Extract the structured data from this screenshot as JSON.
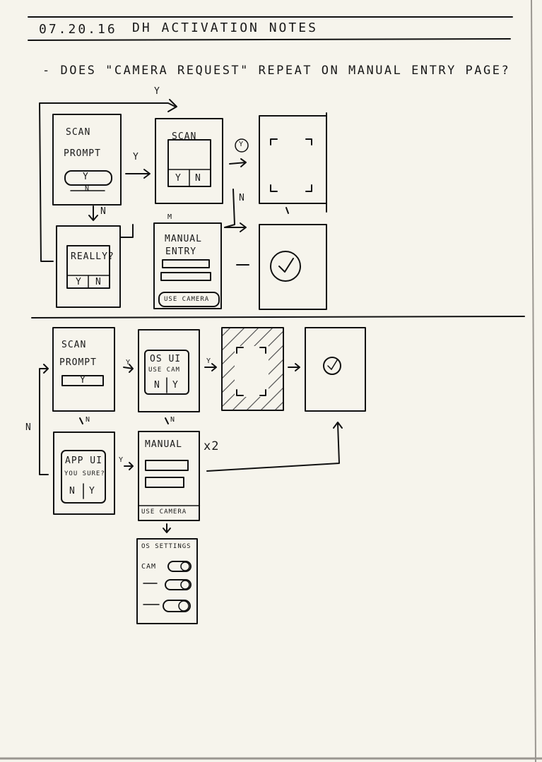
{
  "header": {
    "date": "07.20.16",
    "title": "DH ACTIVATION NOTES"
  },
  "note": {
    "question": "- DOES \"CAMERA REQUEST\" REPEAT ON MANUAL ENTRY PAGE?"
  },
  "flow1": {
    "scan_prompt": {
      "line1": "SCAN",
      "line2": "PROMPT",
      "btn": "Y",
      "under": "N"
    },
    "scan_modal": {
      "title": "SCAN",
      "yes": "Y",
      "no": "N"
    },
    "really": {
      "title": "REALLY?",
      "yes": "Y",
      "no": "N"
    },
    "manual": {
      "line1": "MANUAL",
      "line2": "ENTRY",
      "camera_btn": "USE CAMERA"
    },
    "arrow_labels": {
      "loop_y": "Y",
      "right_y": "Y",
      "down_n": "N",
      "cam_y": "Y",
      "cam_n": "N",
      "manual_m": "M"
    }
  },
  "flow2": {
    "scan_prompt": {
      "line1": "SCAN",
      "line2": "PROMPT",
      "btn": "Y"
    },
    "os_ui": {
      "line1": "OS UI",
      "line2": "USE CAM",
      "no": "N",
      "yes": "Y"
    },
    "app_ui": {
      "line1": "APP UI",
      "line2": "YOU SURE?",
      "no": "N",
      "yes": "Y"
    },
    "manual": {
      "title": "MANUAL",
      "camera_btn": "USE CAMERA",
      "times": "x2"
    },
    "settings": {
      "title": "OS SETTINGS",
      "cam_label": "CAM"
    },
    "arrow_labels": {
      "y1": "Y",
      "y2": "Y",
      "n1": "N",
      "n2": "N",
      "side_n": "N",
      "y3": "Y"
    }
  }
}
